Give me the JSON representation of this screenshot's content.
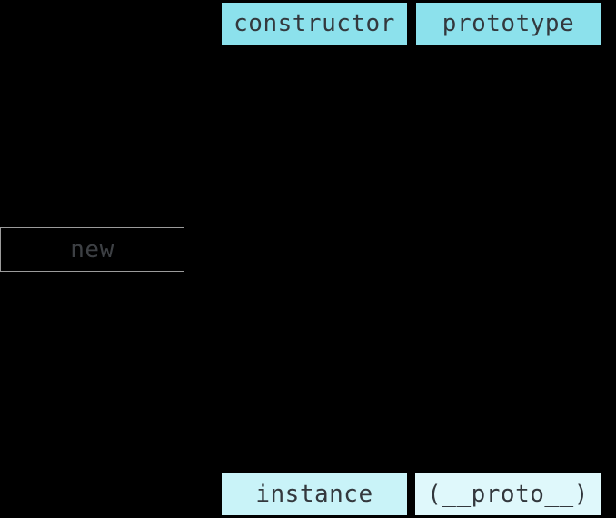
{
  "diagram": {
    "description": "JavaScript constructor / prototype / instance relationship diagram on black background; connector arrows are black and not visible",
    "colors": {
      "background": "#000000",
      "top_box_fill": "#8ce1ec",
      "instance_box_fill": "#c9f3f8",
      "proto_box_fill": "#dff8fb",
      "label_text": "#33383d",
      "new_box_border": "#9b9b9b"
    },
    "boxes": {
      "constructor": {
        "label": "constructor"
      },
      "prototype": {
        "label": "prototype"
      },
      "new": {
        "label": "new"
      },
      "instance": {
        "label": "instance"
      },
      "proto": {
        "label": "(__proto__)"
      }
    }
  }
}
